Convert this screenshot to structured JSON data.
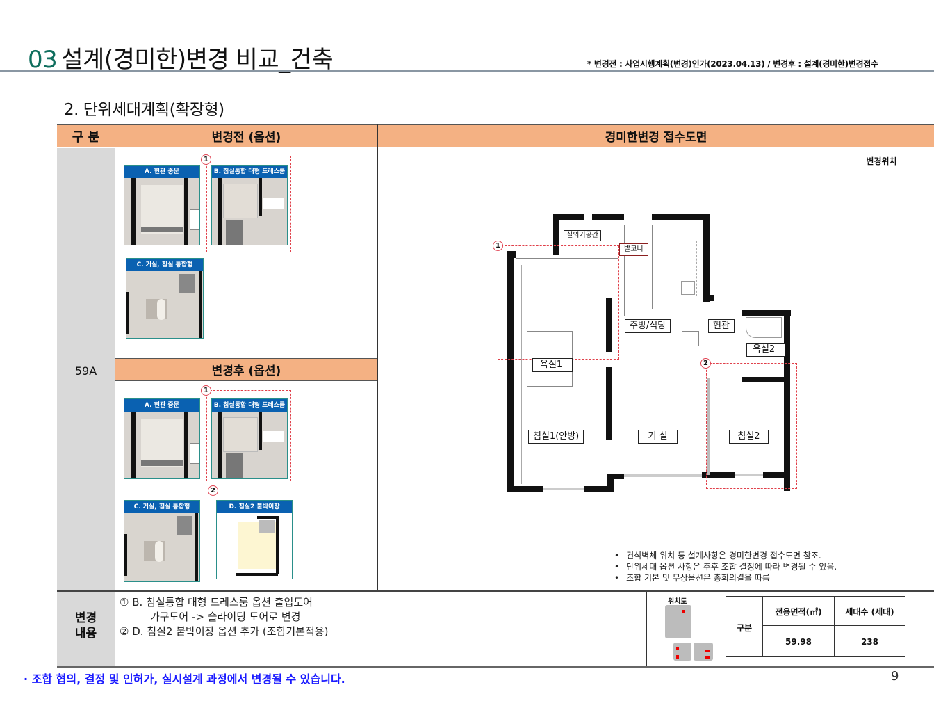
{
  "header": {
    "section_number": "03",
    "title": "설계(경미한)변경 비교_건축",
    "note": "* 변경전 : 사업시행계획(변경)인가(2023.04.13) / 변경후 : 설계(경미한)변경접수"
  },
  "subsection": "2. 단위세대계획(확장형)",
  "table": {
    "col_headers": [
      "구  분",
      "변경전 (옵션)",
      "경미한변경 접수도면"
    ],
    "row_label": "59A",
    "after_header": "변경후 (옵션)",
    "change_label": "변경\n내용",
    "change_label_lines": [
      "변경",
      "내용"
    ]
  },
  "before_options": [
    {
      "id": "A",
      "caption": "A. 현관 중문",
      "marker": ""
    },
    {
      "id": "B",
      "caption": "B. 침실통합 대형 드레스룸",
      "marker": "1"
    },
    {
      "id": "C",
      "caption": "C. 거실, 침실 통합형",
      "marker": ""
    }
  ],
  "after_options": [
    {
      "id": "A",
      "caption": "A. 현관 중문",
      "marker": ""
    },
    {
      "id": "B",
      "caption": "B. 침실통합 대형 드레스룸",
      "marker": "1"
    },
    {
      "id": "C",
      "caption": "C. 거실, 침실 통합형",
      "marker": ""
    },
    {
      "id": "D",
      "caption": "D. 침실2 붙박이장",
      "marker": "2"
    }
  ],
  "floor_plan": {
    "legend_label": "변경위치",
    "markers": [
      "1",
      "2"
    ],
    "rooms": {
      "outdoor_unit": "실외기공간",
      "balcony": "발코니",
      "kitchen": "주방/식당",
      "entrance": "현관",
      "bath2": "욕실2",
      "bath1": "욕실1",
      "bedroom1": "침실1(안방)",
      "living": "거  실",
      "bedroom2": "침실2"
    },
    "notes": [
      "건식벽체 위치 등 설계사항은 경미한변경 접수도면 참조.",
      "단위세대 옵션 사항은 추후 조합 결정에 따라 변경될 수 있음.",
      "조합 기본 및 무상옵션은 총회의결을 따름"
    ]
  },
  "changes": {
    "items": [
      "① B. 침실통합 대형 드레스룸 옵션 출입도어",
      "      가구도어 -> 슬라이딩 도어로 변경",
      "② D. 침실2 붙박이장 옵션 추가 (조합기본적용)"
    ]
  },
  "location_map": {
    "label": "위치도"
  },
  "stats": {
    "row_header": "구분",
    "columns": [
      "전용면적(㎡)",
      "세대수 (세대)"
    ],
    "values": [
      "59.98",
      "238"
    ]
  },
  "footer": {
    "disclaimer": "· 조합 협의, 결정 및 인허가, 실시설계 과정에서 변경될 수 있습니다.",
    "page": "9"
  },
  "colors": {
    "accent_green": "#0f6e5e",
    "header_orange": "#f4b183",
    "caption_blue": "#0a61b1",
    "marker_red": "#e0404a",
    "footer_blue": "#1a1aff",
    "gray_cell": "#d9d9d9"
  }
}
